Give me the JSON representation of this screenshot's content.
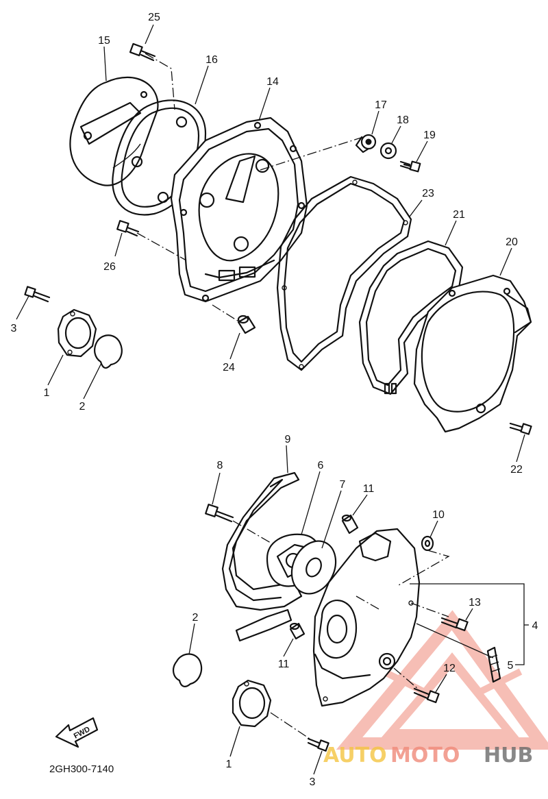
{
  "callouts": [
    {
      "id": "c25",
      "label": "25"
    },
    {
      "id": "c15",
      "label": "15"
    },
    {
      "id": "c16",
      "label": "16"
    },
    {
      "id": "c14",
      "label": "14"
    },
    {
      "id": "c17",
      "label": "17"
    },
    {
      "id": "c18",
      "label": "18"
    },
    {
      "id": "c19",
      "label": "19"
    },
    {
      "id": "c23",
      "label": "23"
    },
    {
      "id": "c21",
      "label": "21"
    },
    {
      "id": "c20",
      "label": "20"
    },
    {
      "id": "c26",
      "label": "26"
    },
    {
      "id": "c3a",
      "label": "3"
    },
    {
      "id": "c1a",
      "label": "1"
    },
    {
      "id": "c2a",
      "label": "2"
    },
    {
      "id": "c24",
      "label": "24"
    },
    {
      "id": "c22",
      "label": "22"
    },
    {
      "id": "c9",
      "label": "9"
    },
    {
      "id": "c8",
      "label": "8"
    },
    {
      "id": "c6",
      "label": "6"
    },
    {
      "id": "c7",
      "label": "7"
    },
    {
      "id": "c11a",
      "label": "11"
    },
    {
      "id": "c10",
      "label": "10"
    },
    {
      "id": "c13",
      "label": "13"
    },
    {
      "id": "c4",
      "label": "4"
    },
    {
      "id": "c5",
      "label": "5"
    },
    {
      "id": "c12",
      "label": "12"
    },
    {
      "id": "c2b",
      "label": "2"
    },
    {
      "id": "c11b",
      "label": "11"
    },
    {
      "id": "c1b",
      "label": "1"
    },
    {
      "id": "c3b",
      "label": "3"
    }
  ],
  "diagram_code": "2GH300-7140",
  "fwd_label": "FWD",
  "watermark": {
    "auto": "AUTO",
    "moto": "MOTO",
    "hub": "HUB"
  },
  "colors": {
    "line": "#111111",
    "watermark_yellow": "#f4c542",
    "watermark_red": "#f08a7a",
    "watermark_gray": "#6b6b6b"
  }
}
